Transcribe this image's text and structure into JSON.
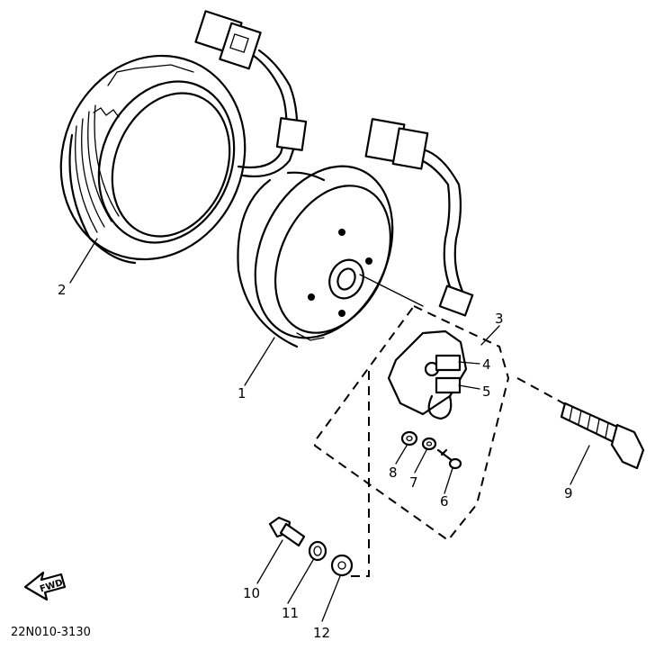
{
  "diagram": {
    "parts": [
      {
        "id": "p1",
        "label": "1",
        "name": "rotor"
      },
      {
        "id": "p2",
        "label": "2",
        "name": "stator"
      },
      {
        "id": "p3",
        "label": "3",
        "name": "pickup-assembly"
      },
      {
        "id": "p4",
        "label": "4",
        "name": "pickup-coil-upper"
      },
      {
        "id": "p5",
        "label": "5",
        "name": "pickup-coil-lower"
      },
      {
        "id": "p6",
        "label": "6",
        "name": "screw"
      },
      {
        "id": "p7",
        "label": "7",
        "name": "lock-washer"
      },
      {
        "id": "p8",
        "label": "8",
        "name": "washer"
      },
      {
        "id": "p9",
        "label": "9",
        "name": "rotor-bolt"
      },
      {
        "id": "p10",
        "label": "10",
        "name": "bolt"
      },
      {
        "id": "p11",
        "label": "11",
        "name": "lock-washer"
      },
      {
        "id": "p12",
        "label": "12",
        "name": "plain-washer"
      }
    ],
    "direction_label": "FWD",
    "drawing_code": "22N010-3130"
  }
}
